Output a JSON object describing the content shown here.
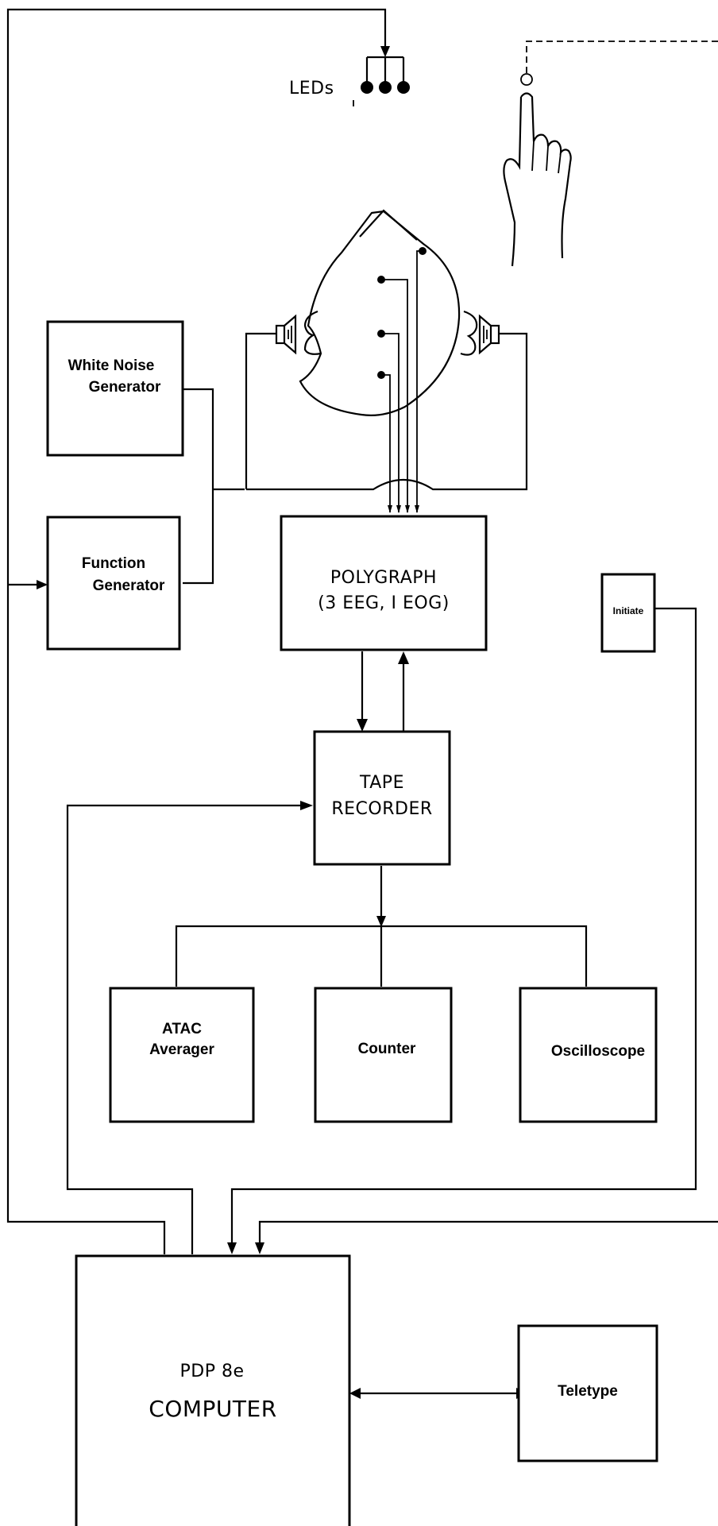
{
  "diagram": {
    "leds_label": "LEDs",
    "white_noise": {
      "line1": "White Noise",
      "line2": "Generator"
    },
    "function_gen": {
      "line1": "Function",
      "line2": "Generator"
    },
    "polygraph": {
      "line1": "POLYGRAPH",
      "line2": "(3 EEG, I EOG)"
    },
    "initiate": "Initiate",
    "tape_recorder": {
      "line1": "TAPE",
      "line2": "RECORDER"
    },
    "atac": {
      "line1": "ATAC",
      "line2": "Averager"
    },
    "counter": "Counter",
    "oscilloscope": "Oscilloscope",
    "computer": {
      "line1": "PDP 8e",
      "line2": "COMPUTER"
    },
    "teletype": "Teletype"
  }
}
